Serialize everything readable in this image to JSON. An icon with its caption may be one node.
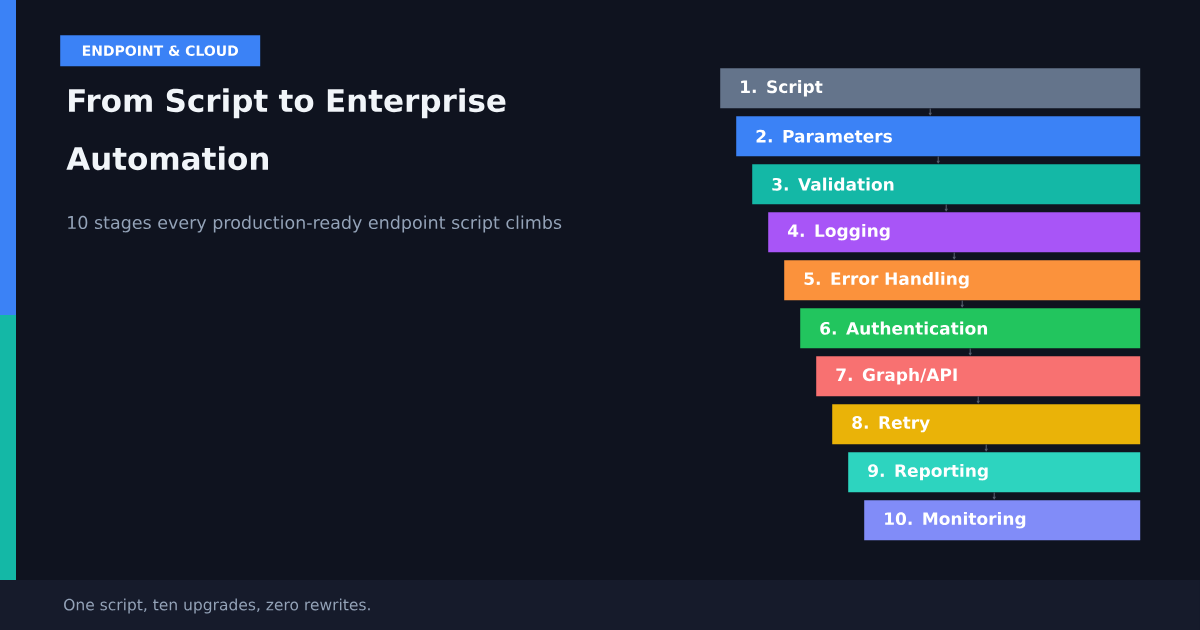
{
  "diagram": {
    "title": "From Script to Enterprise Automation",
    "nodes": [
      {
        "text": [
          "ENDPOINT & CLOUD"
        ]
      },
      {
        "text": [
          "1. Script"
        ]
      },
      {
        "text": [
          "2. Parameters"
        ]
      },
      {
        "text": [
          "3. Validation"
        ]
      },
      {
        "text": [
          "4. Logging"
        ]
      },
      {
        "text": [
          "5. Error Handling"
        ]
      },
      {
        "text": [
          "6. Authentication"
        ]
      },
      {
        "text": [
          "7. Graph/API"
        ]
      },
      {
        "text": [
          "8. Retry"
        ]
      },
      {
        "text": [
          "9. Reporting"
        ]
      },
      {
        "text": [
          "10. Monitoring"
        ]
      }
    ],
    "edges": [
      {
        "from": 1,
        "to": 2,
        "arrow": "to"
      },
      {
        "from": 2,
        "to": 3,
        "arrow": "to"
      },
      {
        "from": 3,
        "to": 4,
        "arrow": "to"
      },
      {
        "from": 4,
        "to": 5,
        "arrow": "to"
      },
      {
        "from": 5,
        "to": 6,
        "arrow": "to"
      },
      {
        "from": 6,
        "to": 7,
        "arrow": "to"
      },
      {
        "from": 7,
        "to": 8,
        "arrow": "to"
      },
      {
        "from": 8,
        "to": 9,
        "arrow": "to"
      },
      {
        "from": 9,
        "to": 10,
        "arrow": "to"
      }
    ],
    "labels": [
      "10 stages every production-ready endpoint script climbs",
      "One script, ten upgrades, zero rewrites."
    ]
  }
}
